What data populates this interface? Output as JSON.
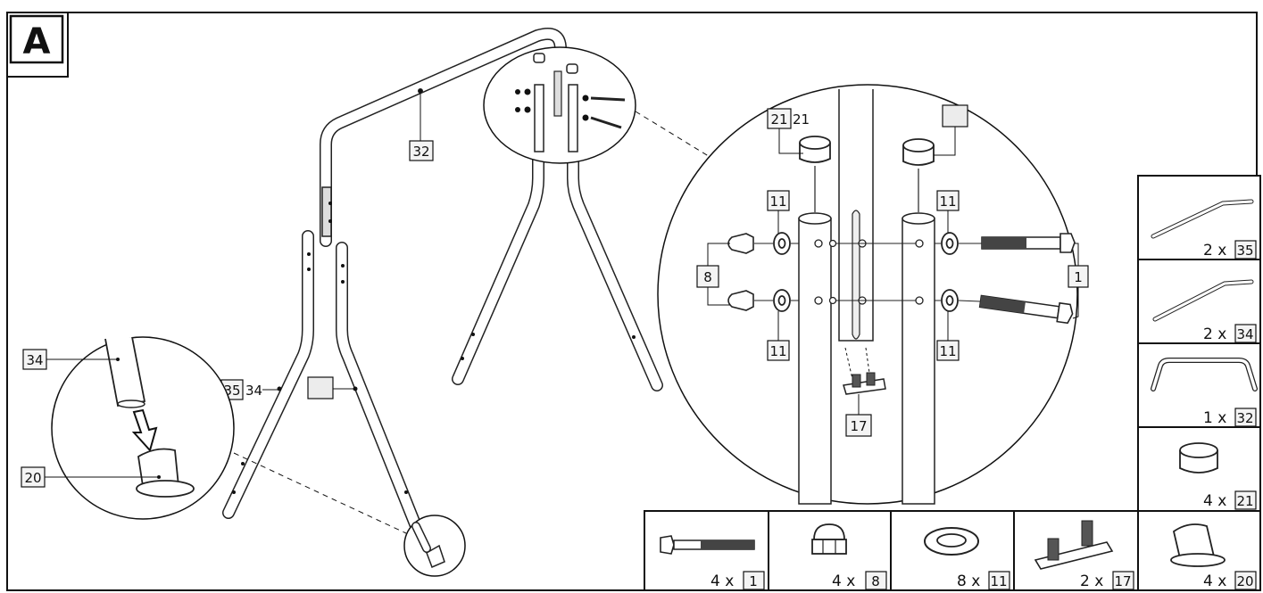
{
  "step": {
    "letter": "A"
  },
  "callouts": {
    "part_32": "32",
    "part_34": "34",
    "part_35_34": "35",
    "part_35_34_suffix": "34",
    "part_20": "20",
    "part_21": "21",
    "part_21_suffix": "21",
    "part_11_top_left": "11",
    "part_11_top_right": "11",
    "part_11_bottom_left": "11",
    "part_11_bottom_right": "11",
    "part_8": "8",
    "part_1": "1",
    "part_17": "17"
  },
  "parts_right": [
    {
      "qty": "2 x",
      "num": "35"
    },
    {
      "qty": "2 x",
      "num": "34"
    },
    {
      "qty": "1 x",
      "num": "32"
    },
    {
      "qty": "4 x",
      "num": "21"
    }
  ],
  "parts_bottom": [
    {
      "qty": "4 x",
      "num": "1"
    },
    {
      "qty": "4 x",
      "num": "8"
    },
    {
      "qty": "8 x",
      "num": "11"
    },
    {
      "qty": "2 x",
      "num": "17"
    },
    {
      "qty": "4 x",
      "num": "20"
    }
  ]
}
